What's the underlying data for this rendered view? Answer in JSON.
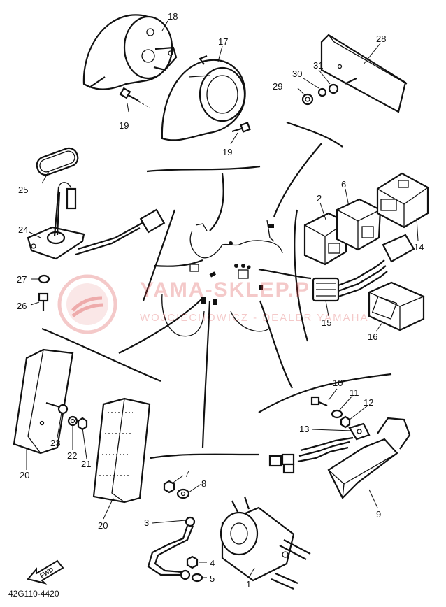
{
  "watermark": {
    "brand": "YAMA-SKLEP.P",
    "subtitle": "WOJCIECHOWICZ - DEALER YAMAHA"
  },
  "diagram_code": "42G110-4420",
  "fwd_label": "FWD",
  "callouts": {
    "c1": "1",
    "c2": "2",
    "c3": "3",
    "c4": "4",
    "c5": "5",
    "c6": "6",
    "c7": "7",
    "c8": "8",
    "c9": "9",
    "c10": "10",
    "c11": "11",
    "c12": "12",
    "c13": "13",
    "c14": "14",
    "c15": "15",
    "c16": "16",
    "c17": "17",
    "c18": "18",
    "c19a": "19",
    "c19b": "19",
    "c20a": "20",
    "c20b": "20",
    "c21": "21",
    "c22": "22",
    "c23": "23",
    "c24": "24",
    "c25": "25",
    "c26": "26",
    "c27": "27",
    "c28": "28",
    "c29": "29",
    "c30": "30",
    "c31": "31"
  },
  "colors": {
    "line": "#111111",
    "watermark": "#d73c3c"
  }
}
